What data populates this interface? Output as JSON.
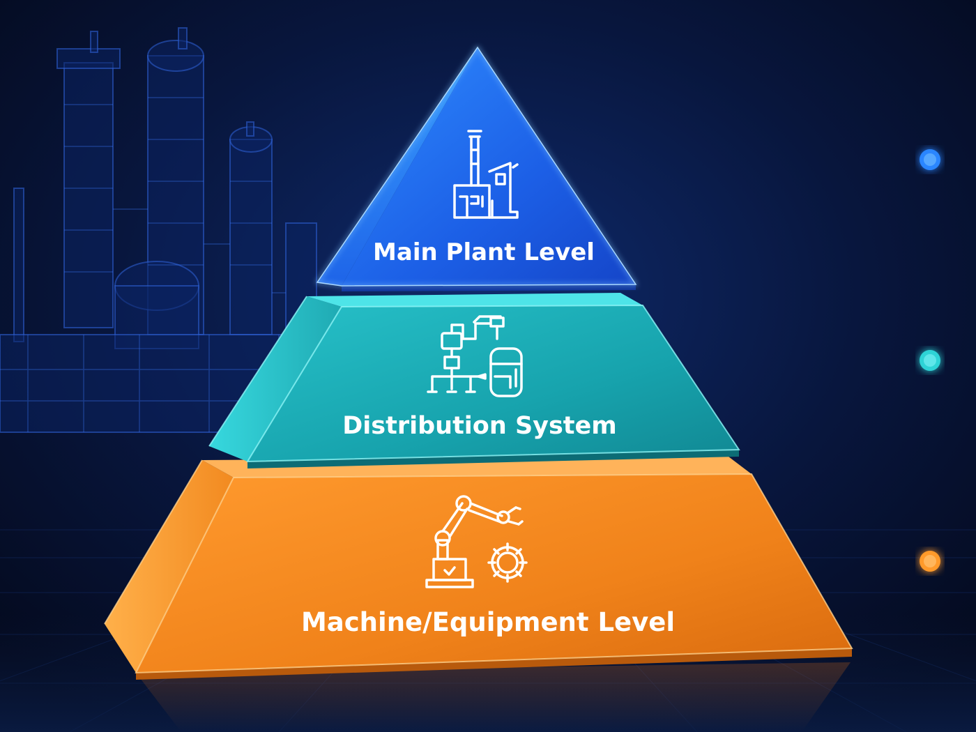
{
  "diagram": {
    "tiers": [
      {
        "label": "Main Plant Level",
        "icon": "factory-icon",
        "color": "#1e6cf0",
        "marker_color": "#2a86ff"
      },
      {
        "label": "Distribution System",
        "icon": "distribution-piping-icon",
        "color": "#1aa6b3",
        "marker_color": "#2fd3d6"
      },
      {
        "label": "Machine/Equipment Level",
        "icon": "robot-arm-gear-icon",
        "color": "#f08a1c",
        "marker_color": "#ff9a2a"
      }
    ],
    "background": {
      "color": "#050c24",
      "decoration": "refinery-silhouette"
    }
  }
}
